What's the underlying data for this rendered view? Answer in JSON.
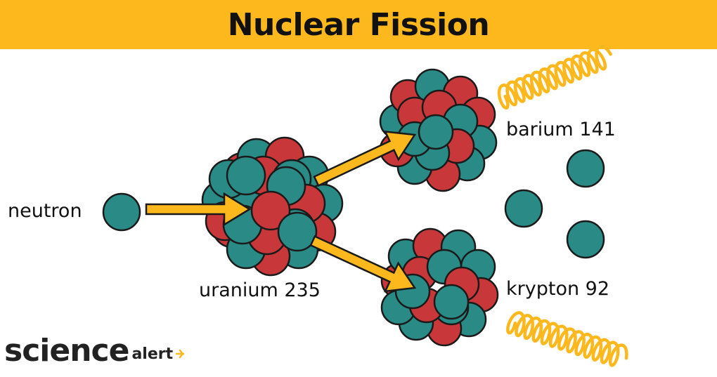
{
  "title": "Nuclear Fission",
  "labels": {
    "neutron": "neutron",
    "uranium": "uranium 235",
    "barium": "barium 141",
    "krypton": "krypton 92"
  },
  "logo": {
    "main": "science",
    "sub": "alert"
  },
  "colors": {
    "banner": "#FDB81E",
    "arrow": "#FDB81E",
    "wave": "#FDB81E",
    "neutron": "#2A8A86",
    "proton": "#C8383A",
    "outline": "#1A1A1A",
    "text": "#111111"
  }
}
